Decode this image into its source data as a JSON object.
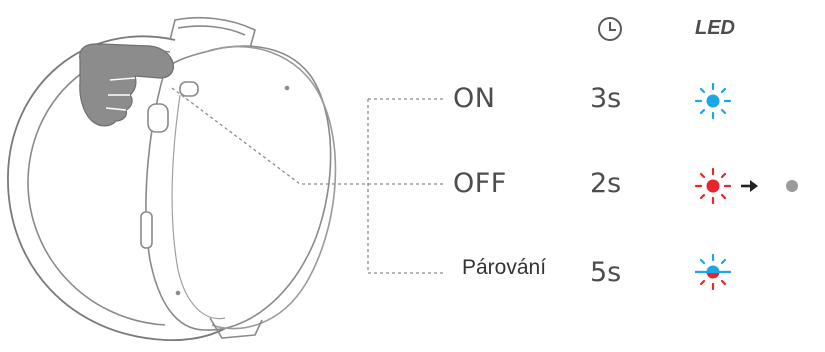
{
  "header": {
    "time_icon": "clock-icon",
    "led_label": "LED"
  },
  "rows": [
    {
      "mode": "ON",
      "duration": "3s",
      "led": "blue"
    },
    {
      "mode": "OFF",
      "duration": "2s",
      "led": "red",
      "then": "off"
    },
    {
      "mode": "Párování",
      "duration": "5s",
      "led": "blue-red"
    }
  ],
  "colors": {
    "blue": "#1aa7e8",
    "red": "#e8242c",
    "off": "#9a9a9a",
    "line": "#8c8c8c"
  },
  "icons": [
    "hand-press-icon",
    "headphone-earcup",
    "arrow-right-icon"
  ]
}
